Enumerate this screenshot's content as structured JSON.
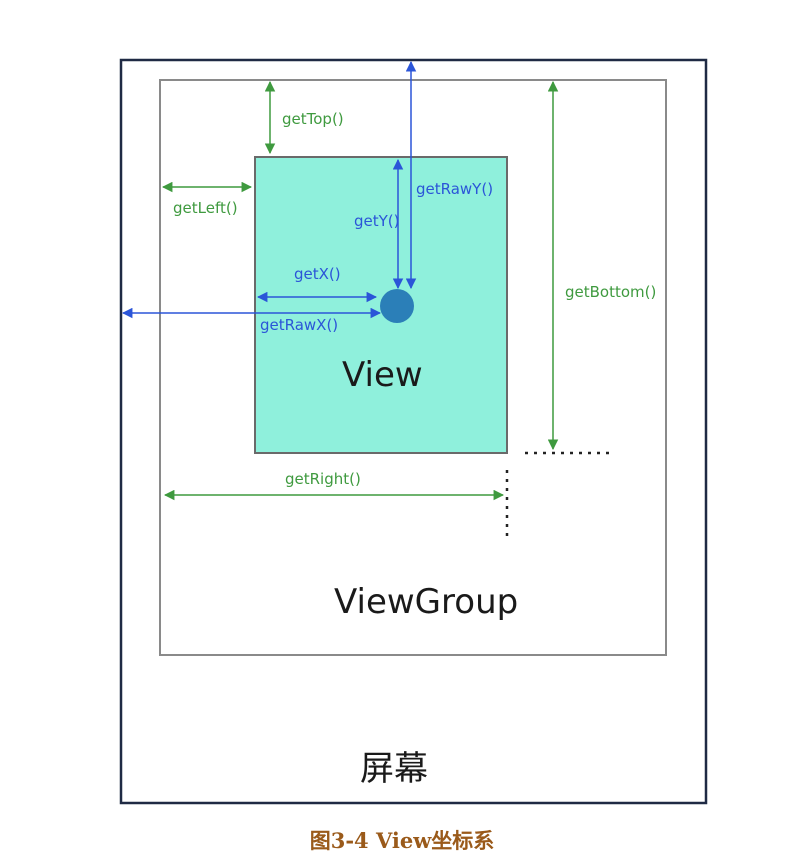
{
  "labels": {
    "get_top": "getTop()",
    "get_left": "getLeft()",
    "get_raw_y": "getRawY()",
    "get_y": "getY()",
    "get_x": "getX()",
    "get_raw_x": "getRawX()",
    "get_bottom": "getBottom()",
    "get_right": "getRight()",
    "view": "View",
    "view_group": "ViewGroup",
    "screen": "屏幕"
  },
  "caption": "图3-4 View坐标系",
  "colors": {
    "view_fill": "#8ff0dc",
    "view_border": "#6a6a6a",
    "screen_border": "#1f2a44",
    "viewgroup_border": "#8a8a8a",
    "green_arrow": "#3f9a3f",
    "blue_arrow": "#2b55d8",
    "touch_point": "#2b7fb8",
    "caption": "#9a5a1a"
  }
}
